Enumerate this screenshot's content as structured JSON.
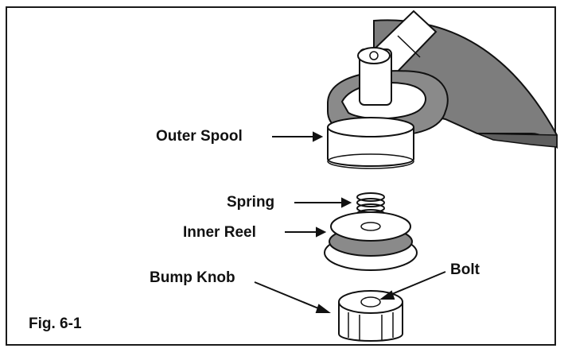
{
  "figure": {
    "caption": "Fig. 6-1",
    "labels": {
      "outer_spool": "Outer Spool",
      "spring": "Spring",
      "inner_reel": "Inner Reel",
      "bump_knob": "Bump Knob",
      "bolt": "Bolt"
    }
  }
}
